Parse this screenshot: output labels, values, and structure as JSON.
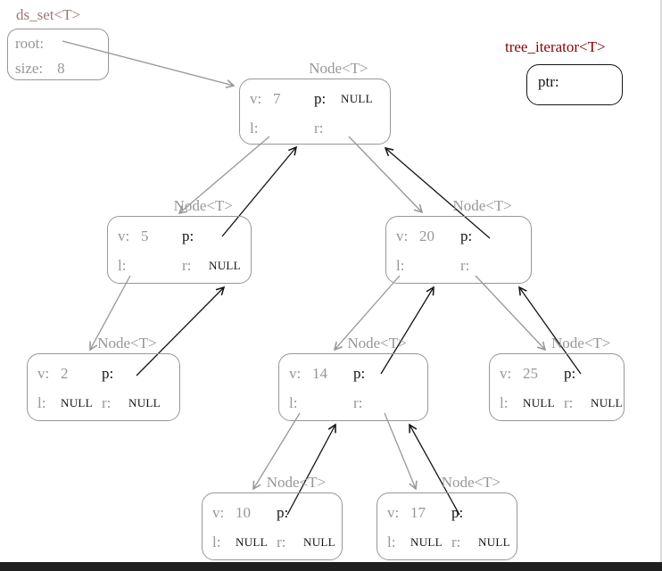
{
  "colors": {
    "gray": "#979797",
    "black": "#141414",
    "maroon": "#8b0000",
    "faded_maroon": "#9b7878",
    "edge_bar": "#1f1f1f"
  },
  "ds_set": {
    "title": "ds_set<T>",
    "root_label": "root:",
    "size_label": "size:",
    "size_value": "8"
  },
  "iterator": {
    "title": "tree_iterator<T>",
    "ptr_label": "ptr:",
    "ptr_value": ""
  },
  "labels": {
    "node_title": "Node<T>",
    "v": "v:",
    "p": "p:",
    "l": "l:",
    "r": "r:"
  },
  "nodes": [
    {
      "id": "7",
      "v": "7",
      "p": "NULL",
      "l": "",
      "r": ""
    },
    {
      "id": "5",
      "v": "5",
      "p": "",
      "l": "",
      "r": "NULL"
    },
    {
      "id": "20",
      "v": "20",
      "p": "",
      "l": "",
      "r": ""
    },
    {
      "id": "2",
      "v": "2",
      "p": "",
      "l": "NULL",
      "r": "NULL"
    },
    {
      "id": "14",
      "v": "14",
      "p": "",
      "l": "",
      "r": ""
    },
    {
      "id": "25",
      "v": "25",
      "p": "",
      "l": "NULL",
      "r": "NULL"
    },
    {
      "id": "10",
      "v": "10",
      "p": "",
      "l": "NULL",
      "r": "NULL"
    },
    {
      "id": "17",
      "v": "17",
      "p": "",
      "l": "NULL",
      "r": "NULL"
    }
  ],
  "edges": {
    "down_links": [
      {
        "from": "ds_set.root",
        "to": "7"
      },
      {
        "from": "7.l",
        "to": "5"
      },
      {
        "from": "7.r",
        "to": "20"
      },
      {
        "from": "5.l",
        "to": "2"
      },
      {
        "from": "20.l",
        "to": "14"
      },
      {
        "from": "20.r",
        "to": "25"
      },
      {
        "from": "14.l",
        "to": "10"
      },
      {
        "from": "14.r",
        "to": "17"
      }
    ],
    "up_links": [
      {
        "from": "5.p",
        "to": "7"
      },
      {
        "from": "20.p",
        "to": "7"
      },
      {
        "from": "2.p",
        "to": "5"
      },
      {
        "from": "14.p",
        "to": "20"
      },
      {
        "from": "25.p",
        "to": "20"
      },
      {
        "from": "10.p",
        "to": "14"
      },
      {
        "from": "17.p",
        "to": "14"
      }
    ]
  }
}
